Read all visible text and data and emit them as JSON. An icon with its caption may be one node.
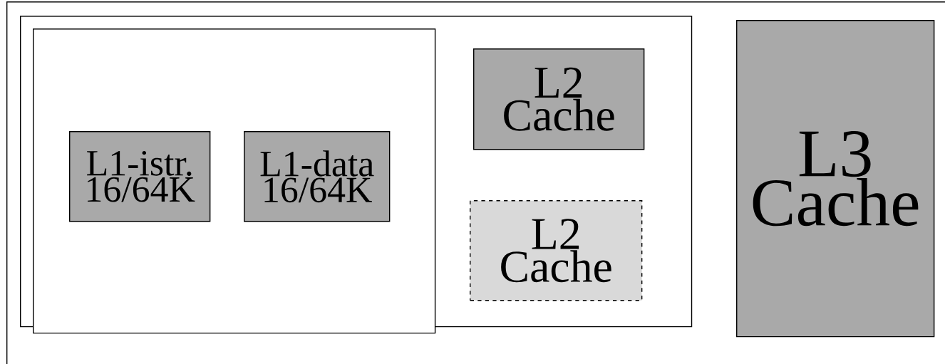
{
  "diagram": {
    "nodes": [
      {
        "text": [],
        "shape": "box"
      },
      {
        "text": [],
        "shape": "box",
        "in": 0
      },
      {
        "text": [],
        "shape": "box",
        "in": 1
      },
      {
        "text": [
          "L1-istr. 16/64K"
        ],
        "in": 2
      },
      {
        "text": [
          "L1-data 16/64K"
        ],
        "in": 2
      },
      {
        "text": [
          "L2 Cache"
        ],
        "in": 1
      },
      {
        "text": [
          "L2 Cache"
        ],
        "in": 1
      },
      {
        "text": [
          "L3 Cache"
        ],
        "in": 0
      }
    ]
  }
}
